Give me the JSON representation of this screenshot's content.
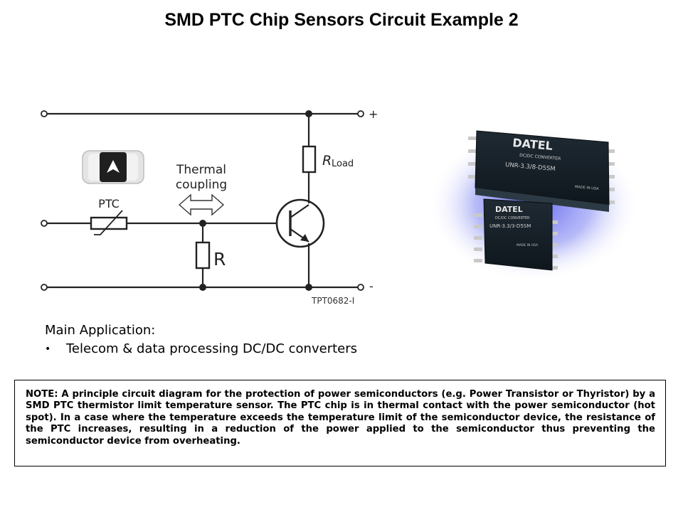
{
  "slide": {
    "title": "SMD PTC Chip Sensors Circuit Example 2"
  },
  "circuit": {
    "ptc_label": "PTC",
    "thermal_label_line1": "Thermal",
    "thermal_label_line2": "coupling",
    "rload_label": "R",
    "rload_subscript": "Load",
    "resistor_label": "R",
    "plus_label": "+",
    "minus_label": "-",
    "figure_code": "TPT0682-I"
  },
  "product": {
    "brand": "DATEL",
    "large_module_line1": "DC/DC CONVERTER",
    "large_module_model": "UNR-3.3/8-D5SM",
    "large_module_origin": "MADE IN USA",
    "small_module_line1": "DC/DC CONVERTER",
    "small_module_model": "UNR-3.3/3-D5SM",
    "small_module_origin": "MADE IN USA"
  },
  "application": {
    "heading": "Main Application:",
    "items": [
      "Telecom & data processing DC/DC converters"
    ]
  },
  "note": {
    "text": "NOTE: A principle circuit diagram for the protection of power semiconductors (e.g. Power Transistor or Thyristor) by a SMD PTC thermistor limit temperature sensor. The PTC chip is in thermal contact with the power semiconductor (hot spot). In a case where the temperature exceeds the temperature limit of the semiconductor device, the resistance of the PTC increases, resulting in a reduction of the power applied to the semiconductor thus preventing the semiconductor device from overheating."
  }
}
